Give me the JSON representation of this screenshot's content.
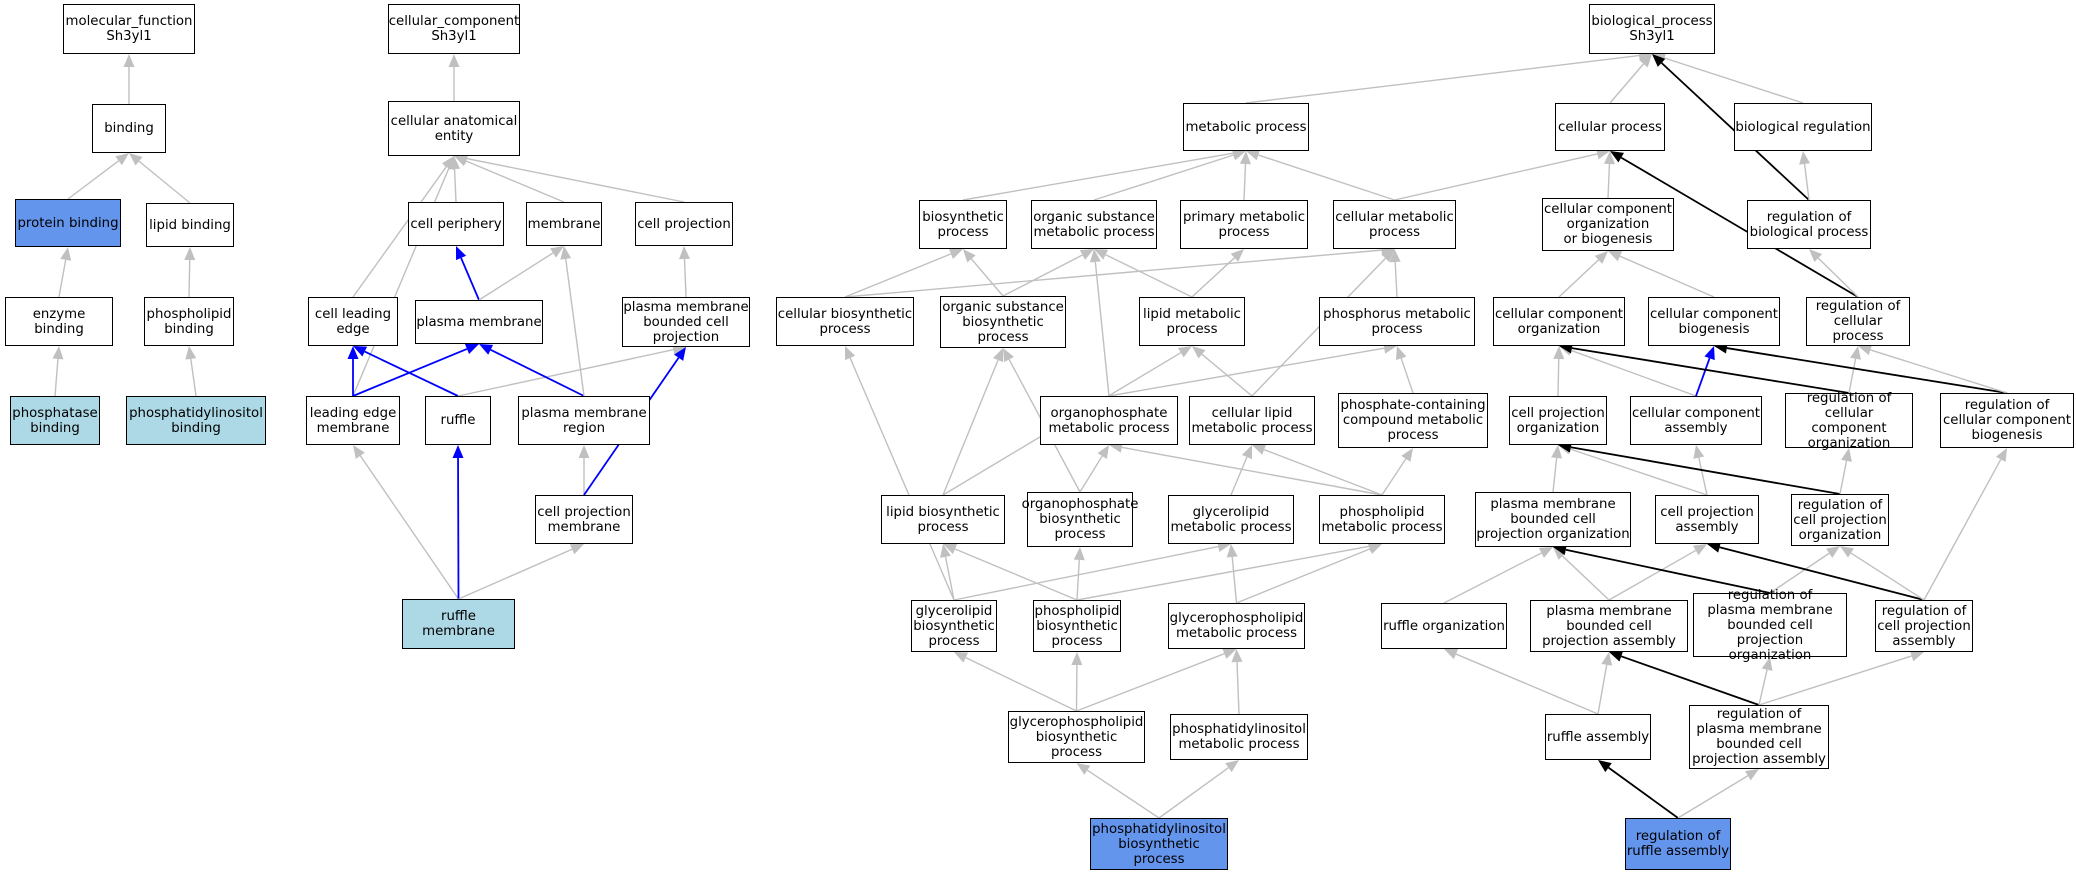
{
  "colors": {
    "grey_edge": "#c0c0c0",
    "blue_edge": "#0000ff",
    "black_edge": "#000000",
    "query_fill": "#6495ed",
    "leaf_fill": "#add8e6"
  },
  "nodes": [
    {
      "id": "mf",
      "label": "molecular_function\nSh3yl1"
    },
    {
      "id": "binding",
      "label": "binding"
    },
    {
      "id": "protein_binding",
      "label": "protein binding",
      "fill": "blue"
    },
    {
      "id": "lipid_binding",
      "label": "lipid binding"
    },
    {
      "id": "enzyme_binding",
      "label": "enzyme binding"
    },
    {
      "id": "phospholipid_binding",
      "label": "phospholipid\nbinding"
    },
    {
      "id": "phosphatase_binding",
      "label": "phosphatase\nbinding",
      "fill": "light"
    },
    {
      "id": "ptdins_binding",
      "label": "phosphatidylinositol\nbinding",
      "fill": "light"
    },
    {
      "id": "cc",
      "label": "cellular_component\nSh3yl1"
    },
    {
      "id": "cae",
      "label": "cellular anatomical\nentity"
    },
    {
      "id": "cell_periphery",
      "label": "cell periphery"
    },
    {
      "id": "membrane",
      "label": "membrane"
    },
    {
      "id": "cell_projection",
      "label": "cell projection"
    },
    {
      "id": "cell_leading_edge",
      "label": "cell leading\nedge"
    },
    {
      "id": "plasma_membrane",
      "label": "plasma membrane"
    },
    {
      "id": "pm_bounded_proj",
      "label": "plasma membrane\nbounded cell\nprojection"
    },
    {
      "id": "leading_edge_membrane",
      "label": "leading edge\nmembrane"
    },
    {
      "id": "ruffle",
      "label": "ruffle"
    },
    {
      "id": "pm_region",
      "label": "plasma membrane\nregion"
    },
    {
      "id": "cell_proj_membrane",
      "label": "cell projection\nmembrane"
    },
    {
      "id": "ruffle_membrane",
      "label": "ruffle membrane",
      "fill": "light"
    },
    {
      "id": "bp",
      "label": "biological_process\nSh3yl1"
    },
    {
      "id": "metabolic_process",
      "label": "metabolic process"
    },
    {
      "id": "cellular_process",
      "label": "cellular process"
    },
    {
      "id": "biological_regulation",
      "label": "biological regulation"
    },
    {
      "id": "biosynthetic_process",
      "label": "biosynthetic\nprocess"
    },
    {
      "id": "org_subst_metabolic",
      "label": "organic substance\nmetabolic process"
    },
    {
      "id": "primary_metabolic",
      "label": "primary metabolic\nprocess"
    },
    {
      "id": "cellular_metabolic",
      "label": "cellular metabolic\nprocess"
    },
    {
      "id": "ccob",
      "label": "cellular component\norganization\nor biogenesis"
    },
    {
      "id": "reg_bio_process",
      "label": "regulation of\nbiological process"
    },
    {
      "id": "cellular_biosynthetic",
      "label": "cellular biosynthetic\nprocess"
    },
    {
      "id": "org_subst_biosynthetic",
      "label": "organic substance\nbiosynthetic\nprocess"
    },
    {
      "id": "lipid_metabolic",
      "label": "lipid metabolic\nprocess"
    },
    {
      "id": "phosphorus_metabolic",
      "label": "phosphorus metabolic\nprocess"
    },
    {
      "id": "cc_organization",
      "label": "cellular component\norganization"
    },
    {
      "id": "cc_biogenesis",
      "label": "cellular component\nbiogenesis"
    },
    {
      "id": "reg_cellular_process",
      "label": "regulation of\ncellular process"
    },
    {
      "id": "organophosphate_metabolic",
      "label": "organophosphate\nmetabolic process"
    },
    {
      "id": "cellular_lipid_metabolic",
      "label": "cellular lipid\nmetabolic process"
    },
    {
      "id": "phosphate_compound_metabolic",
      "label": "phosphate-containing\ncompound metabolic\nprocess"
    },
    {
      "id": "cell_proj_org",
      "label": "cell projection\norganization"
    },
    {
      "id": "cc_assembly",
      "label": "cellular component\nassembly"
    },
    {
      "id": "reg_cc_org",
      "label": "regulation of\ncellular component\norganization"
    },
    {
      "id": "reg_cc_biogenesis",
      "label": "regulation of\ncellular component\nbiogenesis"
    },
    {
      "id": "lipid_biosynthetic",
      "label": "lipid biosynthetic\nprocess"
    },
    {
      "id": "organophosphate_biosynthetic",
      "label": "organophosphate\nbiosynthetic\nprocess"
    },
    {
      "id": "glycerolipid_metabolic",
      "label": "glycerolipid\nmetabolic process"
    },
    {
      "id": "phospholipid_metabolic",
      "label": "phospholipid\nmetabolic process"
    },
    {
      "id": "pmbcp_org",
      "label": "plasma membrane\nbounded cell\nprojection organization"
    },
    {
      "id": "cell_proj_assembly",
      "label": "cell projection\nassembly"
    },
    {
      "id": "reg_cell_proj_org",
      "label": "regulation of\ncell projection\norganization"
    },
    {
      "id": "glycerolipid_biosynthetic",
      "label": "glycerolipid\nbiosynthetic\nprocess"
    },
    {
      "id": "phospholipid_biosynthetic",
      "label": "phospholipid\nbiosynthetic\nprocess"
    },
    {
      "id": "glycerophospholipid_metabolic",
      "label": "glycerophospholipid\nmetabolic process"
    },
    {
      "id": "ruffle_organization",
      "label": "ruffle organization"
    },
    {
      "id": "pmbcp_assembly",
      "label": "plasma membrane\nbounded cell\nprojection assembly"
    },
    {
      "id": "reg_pmbcp_org",
      "label": "regulation of\nplasma membrane\nbounded cell\nprojection organization"
    },
    {
      "id": "reg_cell_proj_assembly",
      "label": "regulation of\ncell projection\nassembly"
    },
    {
      "id": "glycerophospholipid_biosynthetic",
      "label": "glycerophospholipid\nbiosynthetic\nprocess"
    },
    {
      "id": "ptdins_metabolic",
      "label": "phosphatidylinositol\nmetabolic process"
    },
    {
      "id": "ruffle_assembly",
      "label": "ruffle assembly"
    },
    {
      "id": "reg_pmbcp_assembly",
      "label": "regulation of\nplasma membrane\nbounded cell\nprojection assembly"
    },
    {
      "id": "ptdins_biosynthetic",
      "label": "phosphatidylinositol\nbiosynthetic\nprocess",
      "fill": "blue"
    },
    {
      "id": "reg_ruffle_assembly",
      "label": "regulation of\nruffle assembly",
      "fill": "blue"
    }
  ],
  "edges": [
    {
      "from": "binding",
      "to": "mf",
      "color": "grey"
    },
    {
      "from": "protein_binding",
      "to": "binding",
      "color": "grey"
    },
    {
      "from": "lipid_binding",
      "to": "binding",
      "color": "grey"
    },
    {
      "from": "enzyme_binding",
      "to": "protein_binding",
      "color": "grey"
    },
    {
      "from": "phospholipid_binding",
      "to": "lipid_binding",
      "color": "grey"
    },
    {
      "from": "phosphatase_binding",
      "to": "enzyme_binding",
      "color": "grey"
    },
    {
      "from": "ptdins_binding",
      "to": "phospholipid_binding",
      "color": "grey"
    },
    {
      "from": "cae",
      "to": "cc",
      "color": "grey"
    },
    {
      "from": "cell_periphery",
      "to": "cae",
      "color": "grey"
    },
    {
      "from": "membrane",
      "to": "cae",
      "color": "grey"
    },
    {
      "from": "cell_projection",
      "to": "cae",
      "color": "grey"
    },
    {
      "from": "cell_leading_edge",
      "to": "cae",
      "color": "grey"
    },
    {
      "from": "leading_edge_membrane",
      "to": "cae",
      "color": "grey"
    },
    {
      "from": "plasma_membrane",
      "to": "cell_periphery",
      "color": "blue"
    },
    {
      "from": "plasma_membrane",
      "to": "membrane",
      "color": "grey"
    },
    {
      "from": "pm_bounded_proj",
      "to": "cell_projection",
      "color": "grey"
    },
    {
      "from": "leading_edge_membrane",
      "to": "cell_leading_edge",
      "color": "blue"
    },
    {
      "from": "leading_edge_membrane",
      "to": "plasma_membrane",
      "color": "blue"
    },
    {
      "from": "ruffle",
      "to": "cell_leading_edge",
      "color": "blue"
    },
    {
      "from": "ruffle",
      "to": "pm_bounded_proj",
      "color": "grey"
    },
    {
      "from": "pm_region",
      "to": "plasma_membrane",
      "color": "blue"
    },
    {
      "from": "pm_region",
      "to": "membrane",
      "color": "grey"
    },
    {
      "from": "cell_proj_membrane",
      "to": "pm_region",
      "color": "grey"
    },
    {
      "from": "cell_proj_membrane",
      "to": "pm_bounded_proj",
      "color": "blue"
    },
    {
      "from": "ruffle_membrane",
      "to": "leading_edge_membrane",
      "color": "grey"
    },
    {
      "from": "ruffle_membrane",
      "to": "ruffle",
      "color": "blue"
    },
    {
      "from": "ruffle_membrane",
      "to": "cell_proj_membrane",
      "color": "grey"
    },
    {
      "from": "metabolic_process",
      "to": "bp",
      "color": "grey"
    },
    {
      "from": "cellular_process",
      "to": "bp",
      "color": "grey"
    },
    {
      "from": "biological_regulation",
      "to": "bp",
      "color": "grey"
    },
    {
      "from": "reg_bio_process",
      "to": "bp",
      "color": "black"
    },
    {
      "from": "reg_bio_process",
      "to": "biological_regulation",
      "color": "grey"
    },
    {
      "from": "biosynthetic_process",
      "to": "metabolic_process",
      "color": "grey"
    },
    {
      "from": "org_subst_metabolic",
      "to": "metabolic_process",
      "color": "grey"
    },
    {
      "from": "primary_metabolic",
      "to": "metabolic_process",
      "color": "grey"
    },
    {
      "from": "cellular_metabolic",
      "to": "metabolic_process",
      "color": "grey"
    },
    {
      "from": "cellular_metabolic",
      "to": "cellular_process",
      "color": "grey"
    },
    {
      "from": "ccob",
      "to": "cellular_process",
      "color": "grey"
    },
    {
      "from": "reg_cellular_process",
      "to": "cellular_process",
      "color": "black"
    },
    {
      "from": "reg_cellular_process",
      "to": "reg_bio_process",
      "color": "grey"
    },
    {
      "from": "cellular_biosynthetic",
      "to": "biosynthetic_process",
      "color": "grey"
    },
    {
      "from": "cellular_biosynthetic",
      "to": "cellular_metabolic",
      "color": "grey"
    },
    {
      "from": "org_subst_biosynthetic",
      "to": "biosynthetic_process",
      "color": "grey"
    },
    {
      "from": "org_subst_biosynthetic",
      "to": "org_subst_metabolic",
      "color": "grey"
    },
    {
      "from": "lipid_metabolic",
      "to": "org_subst_metabolic",
      "color": "grey"
    },
    {
      "from": "lipid_metabolic",
      "to": "primary_metabolic",
      "color": "grey"
    },
    {
      "from": "phosphorus_metabolic",
      "to": "cellular_metabolic",
      "color": "grey"
    },
    {
      "from": "cc_organization",
      "to": "ccob",
      "color": "grey"
    },
    {
      "from": "cc_biogenesis",
      "to": "ccob",
      "color": "grey"
    },
    {
      "from": "organophosphate_metabolic",
      "to": "phosphorus_metabolic",
      "color": "grey"
    },
    {
      "from": "organophosphate_metabolic",
      "to": "org_subst_metabolic",
      "color": "grey"
    },
    {
      "from": "cellular_lipid_metabolic",
      "to": "lipid_metabolic",
      "color": "grey"
    },
    {
      "from": "cellular_lipid_metabolic",
      "to": "cellular_metabolic",
      "color": "grey"
    },
    {
      "from": "phosphate_compound_metabolic",
      "to": "phosphorus_metabolic",
      "color": "grey"
    },
    {
      "from": "cell_proj_org",
      "to": "cc_organization",
      "color": "grey"
    },
    {
      "from": "cc_assembly",
      "to": "cc_organization",
      "color": "grey"
    },
    {
      "from": "cc_assembly",
      "to": "cc_biogenesis",
      "color": "blue"
    },
    {
      "from": "reg_cc_org",
      "to": "cc_organization",
      "color": "black"
    },
    {
      "from": "reg_cc_org",
      "to": "reg_cellular_process",
      "color": "grey"
    },
    {
      "from": "reg_cc_biogenesis",
      "to": "cc_biogenesis",
      "color": "black"
    },
    {
      "from": "reg_cc_biogenesis",
      "to": "reg_cellular_process",
      "color": "grey"
    },
    {
      "from": "lipid_biosynthetic",
      "to": "lipid_metabolic",
      "color": "grey"
    },
    {
      "from": "lipid_biosynthetic",
      "to": "org_subst_biosynthetic",
      "color": "grey"
    },
    {
      "from": "organophosphate_biosynthetic",
      "to": "organophosphate_metabolic",
      "color": "grey"
    },
    {
      "from": "organophosphate_biosynthetic",
      "to": "org_subst_biosynthetic",
      "color": "grey"
    },
    {
      "from": "glycerolipid_metabolic",
      "to": "cellular_lipid_metabolic",
      "color": "grey"
    },
    {
      "from": "phospholipid_metabolic",
      "to": "cellular_lipid_metabolic",
      "color": "grey"
    },
    {
      "from": "phospholipid_metabolic",
      "to": "phosphate_compound_metabolic",
      "color": "grey"
    },
    {
      "from": "phospholipid_metabolic",
      "to": "organophosphate_metabolic",
      "color": "grey"
    },
    {
      "from": "pmbcp_org",
      "to": "cell_proj_org",
      "color": "grey"
    },
    {
      "from": "cell_proj_assembly",
      "to": "cell_proj_org",
      "color": "grey"
    },
    {
      "from": "cell_proj_assembly",
      "to": "cc_assembly",
      "color": "grey"
    },
    {
      "from": "reg_cell_proj_org",
      "to": "cell_proj_org",
      "color": "black"
    },
    {
      "from": "reg_cell_proj_org",
      "to": "reg_cc_org",
      "color": "grey"
    },
    {
      "from": "glycerolipid_biosynthetic",
      "to": "lipid_biosynthetic",
      "color": "grey"
    },
    {
      "from": "glycerolipid_biosynthetic",
      "to": "glycerolipid_metabolic",
      "color": "grey"
    },
    {
      "from": "glycerolipid_biosynthetic",
      "to": "cellular_biosynthetic",
      "color": "grey"
    },
    {
      "from": "phospholipid_biosynthetic",
      "to": "lipid_biosynthetic",
      "color": "grey"
    },
    {
      "from": "phospholipid_biosynthetic",
      "to": "organophosphate_biosynthetic",
      "color": "grey"
    },
    {
      "from": "phospholipid_biosynthetic",
      "to": "phospholipid_metabolic",
      "color": "grey"
    },
    {
      "from": "glycerophospholipid_metabolic",
      "to": "glycerolipid_metabolic",
      "color": "grey"
    },
    {
      "from": "glycerophospholipid_metabolic",
      "to": "phospholipid_metabolic",
      "color": "grey"
    },
    {
      "from": "ruffle_organization",
      "to": "pmbcp_org",
      "color": "grey"
    },
    {
      "from": "pmbcp_assembly",
      "to": "pmbcp_org",
      "color": "grey"
    },
    {
      "from": "pmbcp_assembly",
      "to": "cell_proj_assembly",
      "color": "grey"
    },
    {
      "from": "reg_pmbcp_org",
      "to": "pmbcp_org",
      "color": "black"
    },
    {
      "from": "reg_pmbcp_org",
      "to": "reg_cell_proj_org",
      "color": "grey"
    },
    {
      "from": "reg_cell_proj_assembly",
      "to": "cell_proj_assembly",
      "color": "black"
    },
    {
      "from": "reg_cell_proj_assembly",
      "to": "reg_cell_proj_org",
      "color": "grey"
    },
    {
      "from": "reg_cell_proj_assembly",
      "to": "reg_cc_biogenesis",
      "color": "grey"
    },
    {
      "from": "glycerophospholipid_biosynthetic",
      "to": "glycerolipid_biosynthetic",
      "color": "grey"
    },
    {
      "from": "glycerophospholipid_biosynthetic",
      "to": "phospholipid_biosynthetic",
      "color": "grey"
    },
    {
      "from": "glycerophospholipid_biosynthetic",
      "to": "glycerophospholipid_metabolic",
      "color": "grey"
    },
    {
      "from": "ptdins_metabolic",
      "to": "glycerophospholipid_metabolic",
      "color": "grey"
    },
    {
      "from": "ruffle_assembly",
      "to": "ruffle_organization",
      "color": "grey"
    },
    {
      "from": "ruffle_assembly",
      "to": "pmbcp_assembly",
      "color": "grey"
    },
    {
      "from": "reg_pmbcp_assembly",
      "to": "pmbcp_assembly",
      "color": "black"
    },
    {
      "from": "reg_pmbcp_assembly",
      "to": "reg_pmbcp_org",
      "color": "grey"
    },
    {
      "from": "reg_pmbcp_assembly",
      "to": "reg_cell_proj_assembly",
      "color": "grey"
    },
    {
      "from": "ptdins_biosynthetic",
      "to": "glycerophospholipid_biosynthetic",
      "color": "grey"
    },
    {
      "from": "ptdins_biosynthetic",
      "to": "ptdins_metabolic",
      "color": "grey"
    },
    {
      "from": "reg_ruffle_assembly",
      "to": "ruffle_assembly",
      "color": "black"
    },
    {
      "from": "reg_ruffle_assembly",
      "to": "reg_pmbcp_assembly",
      "color": "grey"
    }
  ]
}
